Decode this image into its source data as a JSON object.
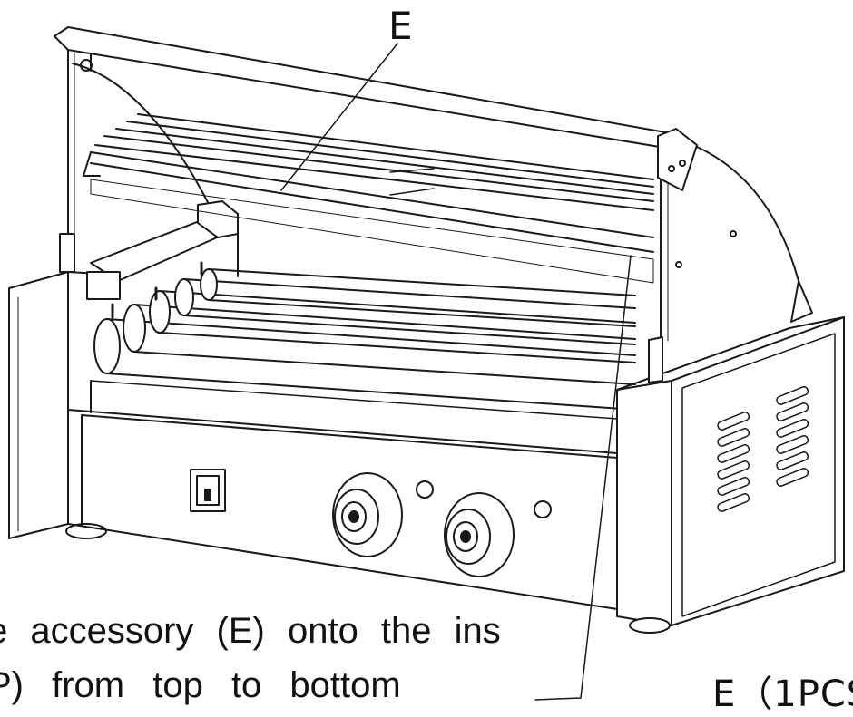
{
  "diagram": {
    "label": "E",
    "parts_label": "E（1PCS",
    "instruction_lines": [
      "e accessory (E) onto the ins",
      "P) from top to bottom"
    ],
    "stroke_color": "#1a1a1a",
    "background": "#ffffff"
  }
}
